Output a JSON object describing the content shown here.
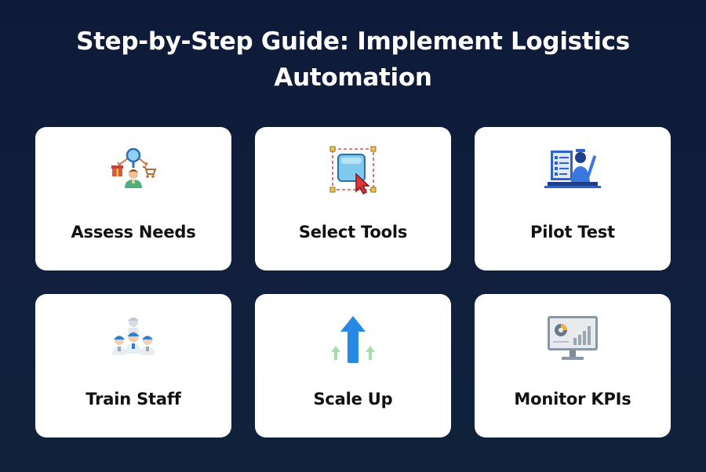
{
  "title_line1": "Step-by-Step Guide: Implement Logistics",
  "title_line2": "Automation",
  "cards": [
    {
      "label": "Assess Needs",
      "icon": "assessment-icon"
    },
    {
      "label": "Select Tools",
      "icon": "selection-cursor-icon"
    },
    {
      "label": "Pilot Test",
      "icon": "pilot-checklist-icon"
    },
    {
      "label": "Train Staff",
      "icon": "team-training-icon"
    },
    {
      "label": "Scale Up",
      "icon": "scale-up-arrows-icon"
    },
    {
      "label": "Monitor KPIs",
      "icon": "kpi-monitor-icon"
    }
  ],
  "colors": {
    "background": "#0f1c3b",
    "card": "#ffffff",
    "title_text": "#ffffff",
    "label_text": "#111111",
    "accent_blue": "#2f8fe0",
    "accent_green": "#9fd9a8"
  }
}
